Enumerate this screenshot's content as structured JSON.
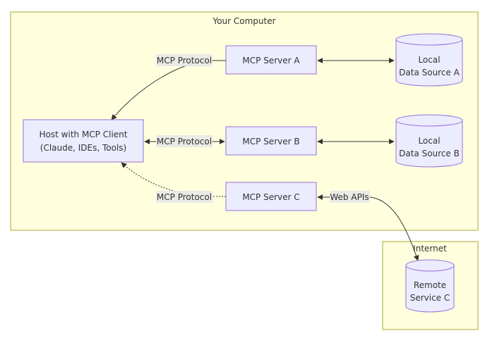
{
  "groups": {
    "computer": {
      "title": "Your Computer"
    },
    "internet": {
      "title": "Internet"
    }
  },
  "nodes": {
    "host": {
      "lines": [
        "Host with MCP Client",
        "(Claude, IDEs, Tools)"
      ]
    },
    "server_a": {
      "lines": [
        "MCP Server A"
      ]
    },
    "server_b": {
      "lines": [
        "MCP Server B"
      ]
    },
    "server_c": {
      "lines": [
        "MCP Server C"
      ]
    },
    "data_a": {
      "lines": [
        "Local",
        "Data Source A"
      ]
    },
    "data_b": {
      "lines": [
        "Local",
        "Data Source B"
      ]
    },
    "remote_c": {
      "lines": [
        "Remote",
        "Service C"
      ]
    }
  },
  "edges": {
    "host_a": {
      "label": "MCP Protocol"
    },
    "host_b": {
      "label": "MCP Protocol"
    },
    "host_c": {
      "label": "MCP Protocol"
    },
    "c_remote": {
      "label": "Web APIs"
    }
  },
  "colors": {
    "group_fill": "#ffffde",
    "group_stroke": "#aaaa33",
    "node_fill": "#ececff",
    "node_stroke": "#9370db",
    "edge": "#333333",
    "label_bg": "#e8e8e8"
  }
}
